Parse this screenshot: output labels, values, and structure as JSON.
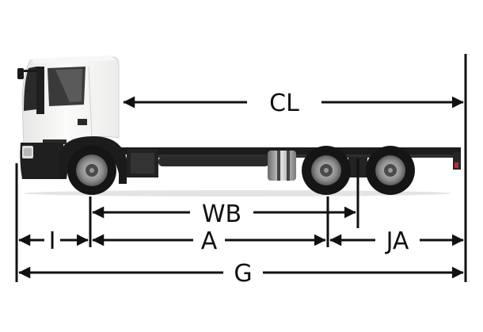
{
  "dimensions": {
    "cl": "CL",
    "wb": "WB",
    "i": "I",
    "a": "A",
    "ja": "JA",
    "g": "G"
  },
  "colors": {
    "line": "#111111",
    "cab": "#f4f4f2",
    "chassis": "#1c1c1c",
    "tire": "#151515",
    "rim": "#9a9a9a"
  },
  "icons": {
    "truck": "truck-chassis-cab-illustration",
    "arrow": "arrow-head"
  }
}
